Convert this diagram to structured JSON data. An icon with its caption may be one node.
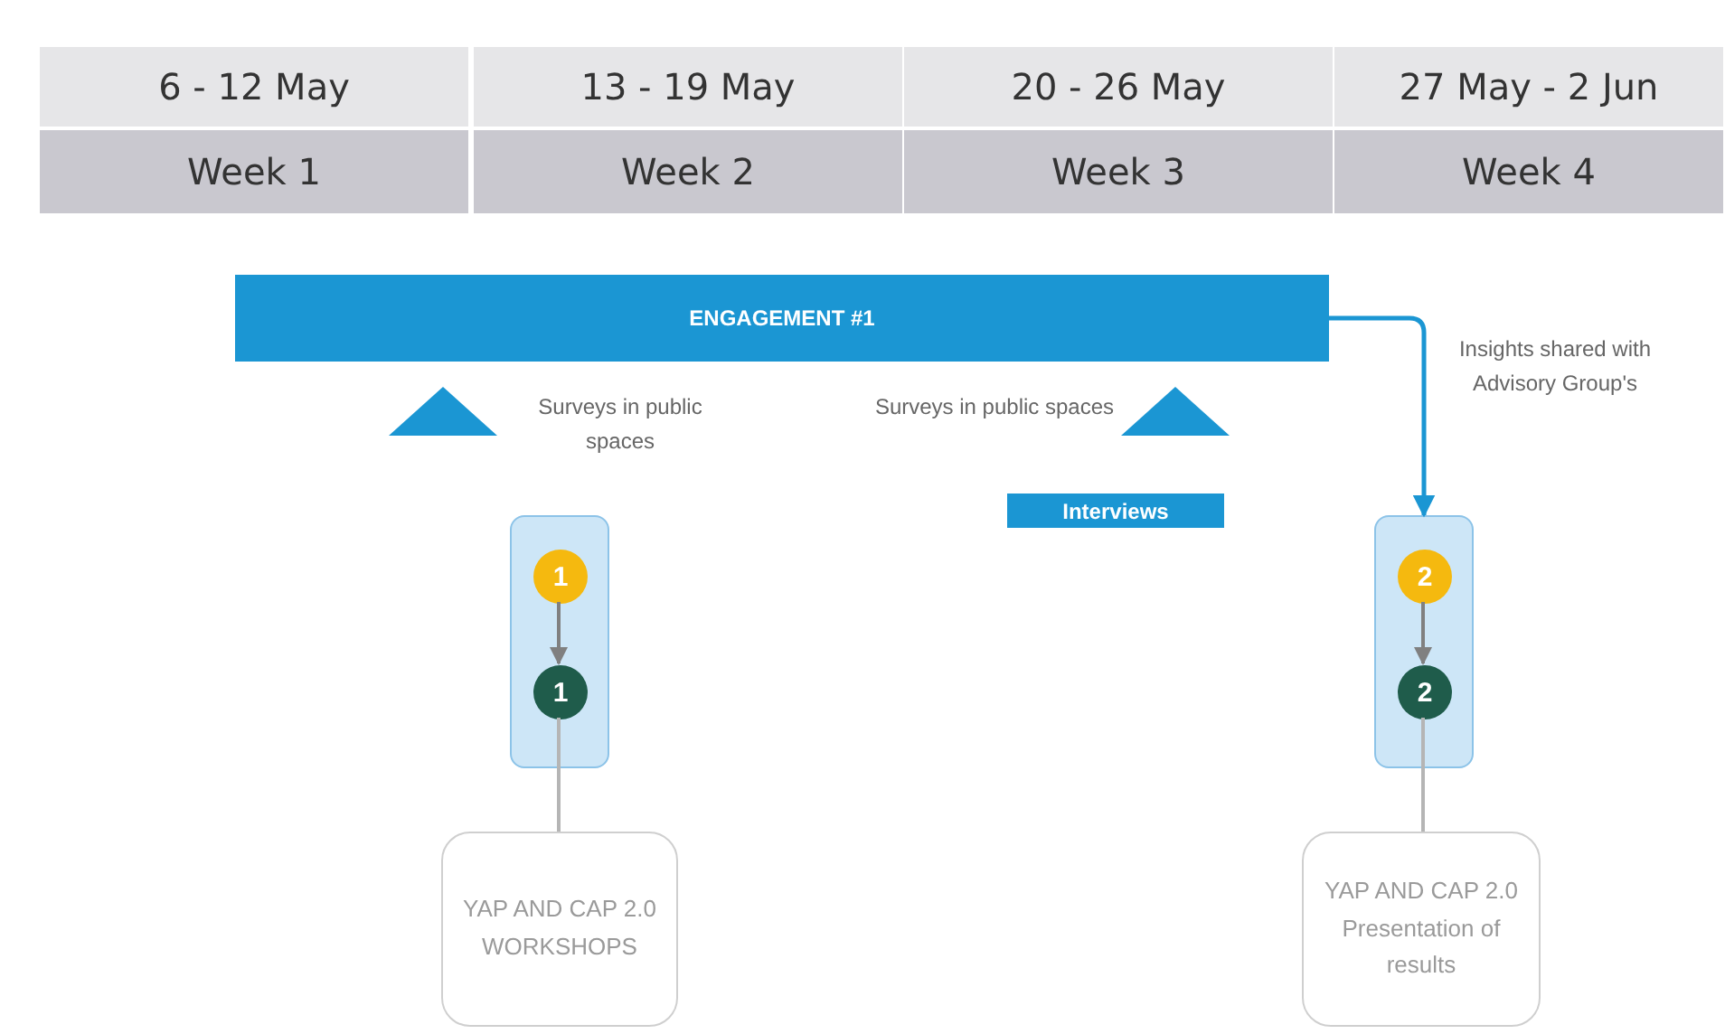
{
  "diagram": {
    "nodes": [
      {
        "text": [
          "ENGAGEMENT #1"
        ]
      },
      {
        "text": [],
        "shape": "triangle",
        "beside": [
          "Surveys in public spaces"
        ]
      },
      {
        "text": [],
        "shape": "triangle",
        "beside": [
          "Surveys in public spaces"
        ]
      },
      {
        "text": [
          "Interviews"
        ]
      },
      {
        "text": [],
        "shape": "box"
      },
      {
        "text": [
          "1"
        ],
        "in": 4
      },
      {
        "text": [
          "1"
        ],
        "in": 4
      },
      {
        "text": [],
        "shape": "box"
      },
      {
        "text": [
          "2"
        ],
        "in": 7
      },
      {
        "text": [
          "2"
        ],
        "in": 7
      },
      {
        "text": [
          "YAP AND CAP 2.0 WORKSHOPS"
        ]
      },
      {
        "text": [
          "YAP AND CAP 2.0 Presentation of results"
        ]
      }
    ],
    "edges": [
      {
        "from": 0,
        "to": 7,
        "arrow": "to",
        "label": "Insights shared with Advisory Group's",
        "color": "#1b96d3"
      },
      {
        "from": 5,
        "to": 6,
        "arrow": "to"
      },
      {
        "from": 8,
        "to": 9,
        "arrow": "to"
      },
      {
        "from": 6,
        "to": 10,
        "arrow": "none"
      },
      {
        "from": 9,
        "to": 11,
        "arrow": "none"
      }
    ],
    "labels": [
      "6 - 12 May",
      "13 - 19 May",
      "20 - 26 May",
      "27 May - 2 Jun",
      "Week 1",
      "Week 2",
      "Week 3",
      "Week 4"
    ]
  }
}
